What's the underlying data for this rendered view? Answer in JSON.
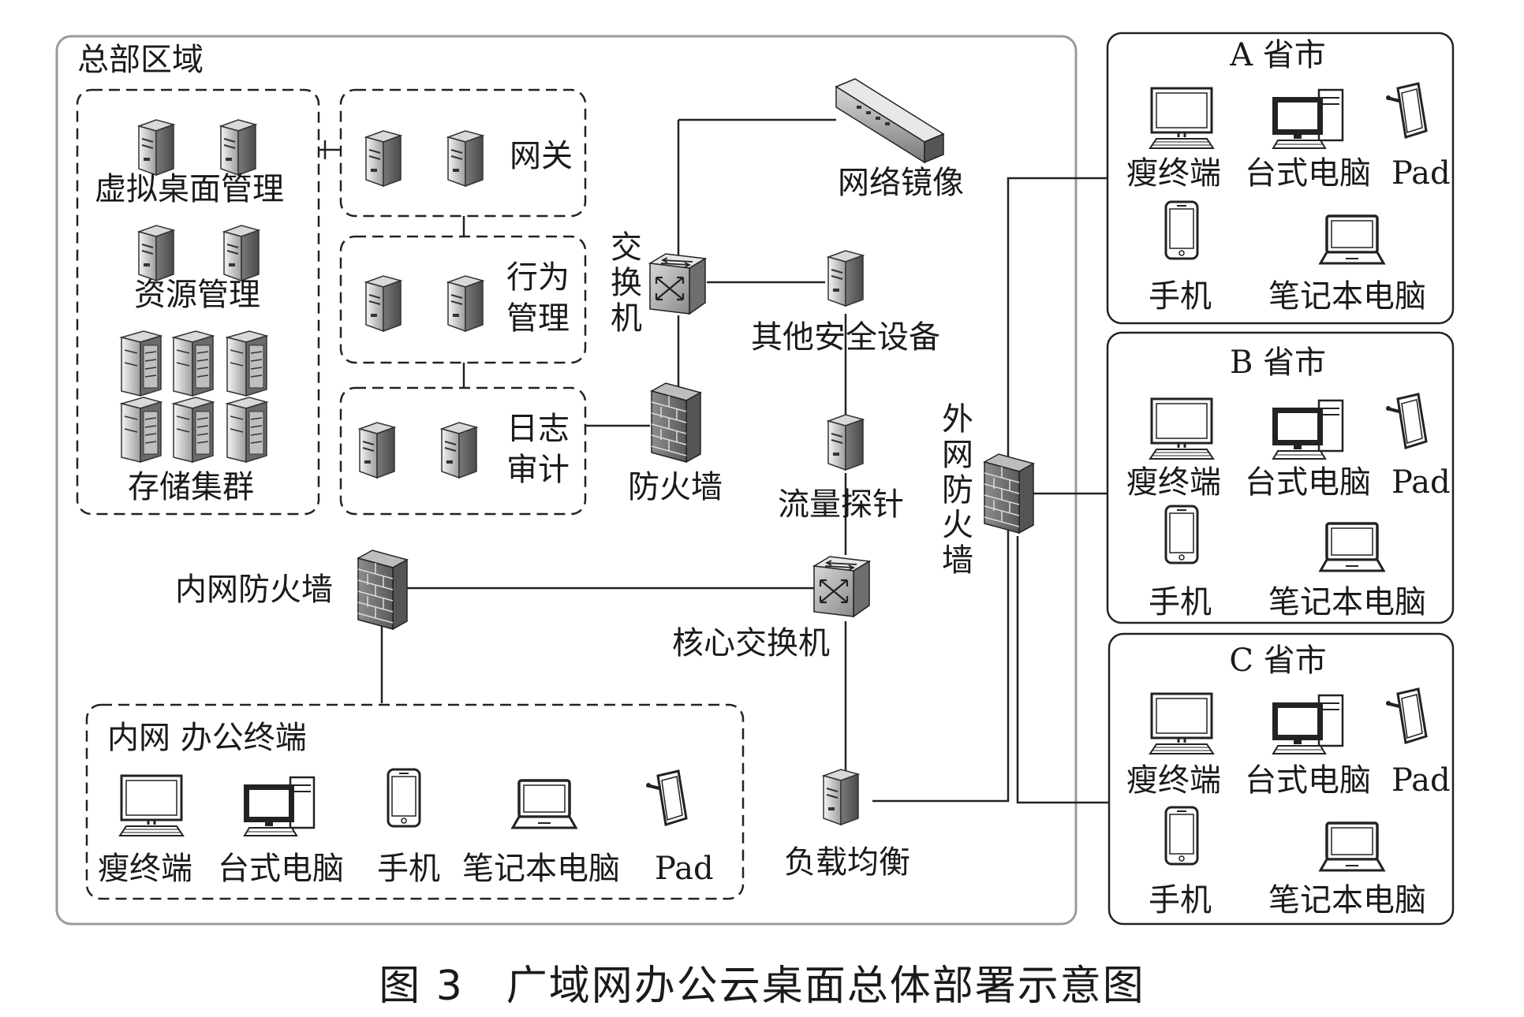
{
  "headquarters": {
    "title": "总部区域",
    "vdm": "虚拟桌面管理",
    "resource": "资源管理",
    "storage": "存储集群",
    "gateway": "网关",
    "behavior": [
      "行",
      "为",
      "管",
      "理"
    ],
    "behavior_line1": "行为",
    "behavior_line2": "管理",
    "log_line1": "日志",
    "log_line2": "审计",
    "network_mirror": "网络镜像",
    "switch_chars": [
      "交",
      "换",
      "机"
    ],
    "firewall": "防火墙",
    "other_security": "其他安全设备",
    "flow_probe": "流量探针",
    "core_switch": "核心交换机",
    "intranet_firewall": "内网防火墙",
    "load_balance": "负载均衡",
    "office": {
      "title": "内网  办公终端",
      "devices": [
        "瘦终端",
        "台式电脑",
        "手机",
        "笔记本电脑",
        "Pad"
      ]
    }
  },
  "external_firewall_chars": [
    "外",
    "网",
    "防",
    "火",
    "墙"
  ],
  "provinces": [
    {
      "name": "A 省市",
      "thin": "瘦终端",
      "desktop": "台式电脑",
      "pad": "Pad",
      "phone": "手机",
      "laptop": "笔记本电脑"
    },
    {
      "name": "B 省市",
      "thin": "瘦终端",
      "desktop": "台式电脑",
      "pad": "Pad",
      "phone": "手机",
      "laptop": "笔记本电脑"
    },
    {
      "name": "C 省市",
      "thin": "瘦终端",
      "desktop": "台式电脑",
      "pad": "Pad",
      "phone": "手机",
      "laptop": "笔记本电脑"
    }
  ],
  "caption": "图 3　广域网办公云桌面总体部署示意图",
  "colors": {
    "line": "#1a1a1a",
    "frame": "#9a9a9a",
    "device_light": "#e6e6e6",
    "device_dark": "#555555"
  }
}
